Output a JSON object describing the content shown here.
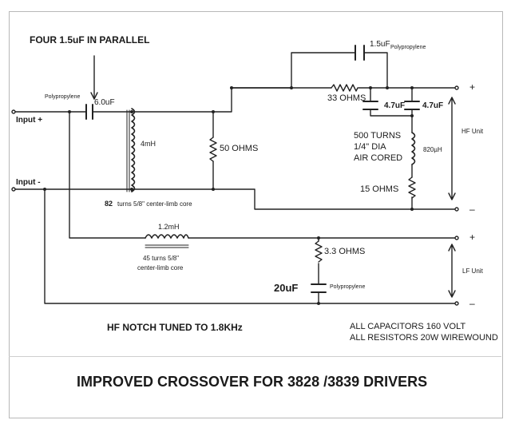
{
  "labels": {
    "four_caps": "FOUR 1.5uF IN PARALLEL",
    "poly_a": "Polypropylene",
    "cap_6uf": "6.0uF",
    "input_plus": "Input +",
    "input_minus": "Input -",
    "ind_4mh": "4mH",
    "res_50": "50 OHMS",
    "turns_82": "82",
    "core_82": "turns 5/8\" center-limb core",
    "cap_15uf": "1.5uF",
    "poly_b": "Polypropylene",
    "res_33": "33 OHMS",
    "cap_47a": "4.7uF",
    "cap_47b": "4.7uF",
    "coil_500_l1": "500 TURNS",
    "coil_500_l2": "1/4\" DIA",
    "coil_500_l3": "AIR CORED",
    "ind_820": "820µH",
    "hf_unit": "HF Unit",
    "res_15": "15 OHMS",
    "ind_12mh": "1.2mH",
    "core_45_l1": "45 turns 5/8\"",
    "core_45_l2": "center-limb core",
    "res_3_3": "3.3 OHMS",
    "cap_20uf": "20uF",
    "poly_c": "Polypropylene",
    "lf_unit": "LF Unit",
    "hf_notch": "HF NOTCH TUNED TO 1.8KHz",
    "all_caps": "ALL CAPACITORS 160 VOLT",
    "all_res": "ALL RESISTORS 20W WIREWOUND",
    "plus": "+",
    "minus": "–"
  },
  "title": "IMPROVED CROSSOVER FOR 3828 /3839 DRIVERS"
}
